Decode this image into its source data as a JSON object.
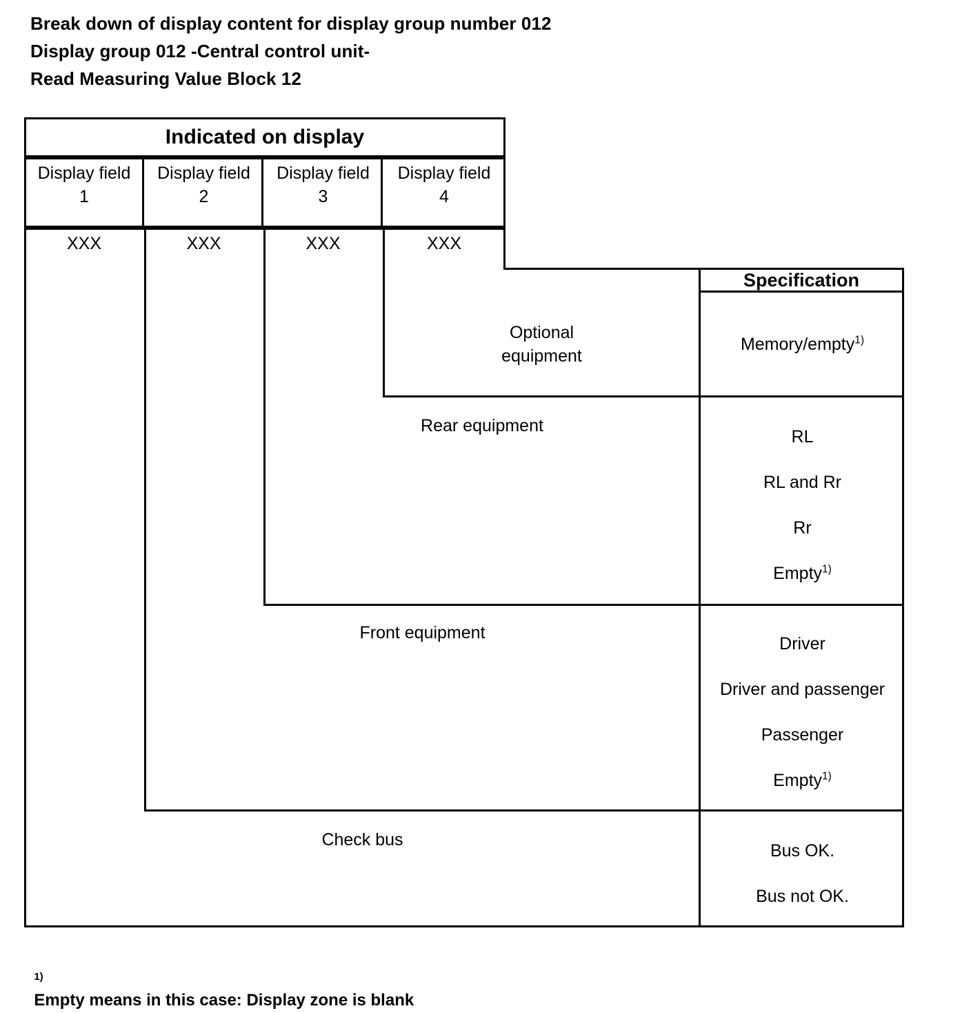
{
  "title": {
    "line1": "Break down of display content for display group number 012",
    "line2": "Display group 012 -Central control unit-",
    "line3": "Read Measuring Value Block 12"
  },
  "table": {
    "display_header": "Indicated on display",
    "spec_header": "Specification",
    "display_fields": [
      {
        "label": "Display field",
        "number": "1",
        "value": "XXX"
      },
      {
        "label": "Display field",
        "number": "2",
        "value": "XXX"
      },
      {
        "label": "Display field",
        "number": "3",
        "value": "XXX"
      },
      {
        "label": "Display field",
        "number": "4",
        "value": "XXX"
      }
    ],
    "rows": [
      {
        "name": "optional-equipment",
        "label_line1": "Optional",
        "label_line2": "equipment",
        "specs": [
          {
            "text": "Memory/empty",
            "footnote": "1)"
          }
        ]
      },
      {
        "name": "rear-equipment",
        "label_line1": "Rear equipment",
        "label_line2": "",
        "specs": [
          {
            "text": "RL",
            "footnote": ""
          },
          {
            "text": "RL and Rr",
            "footnote": ""
          },
          {
            "text": "Rr",
            "footnote": ""
          },
          {
            "text": "Empty",
            "footnote": "1)"
          }
        ]
      },
      {
        "name": "front-equipment",
        "label_line1": "Front equipment",
        "label_line2": "",
        "specs": [
          {
            "text": "Driver",
            "footnote": ""
          },
          {
            "text": "Driver and passenger",
            "footnote": ""
          },
          {
            "text": "Passenger",
            "footnote": ""
          },
          {
            "text": "Empty",
            "footnote": "1)"
          }
        ]
      },
      {
        "name": "check-bus",
        "label_line1": "Check bus",
        "label_line2": "",
        "specs": [
          {
            "text": "Bus OK.",
            "footnote": ""
          },
          {
            "text": "Bus not OK.",
            "footnote": ""
          }
        ]
      }
    ]
  },
  "footnote": {
    "mark": "1)",
    "text": "Empty means in this case: Display zone is blank"
  },
  "colors": {
    "line": "#000000",
    "text": "#000000",
    "background": "#ffffff"
  }
}
